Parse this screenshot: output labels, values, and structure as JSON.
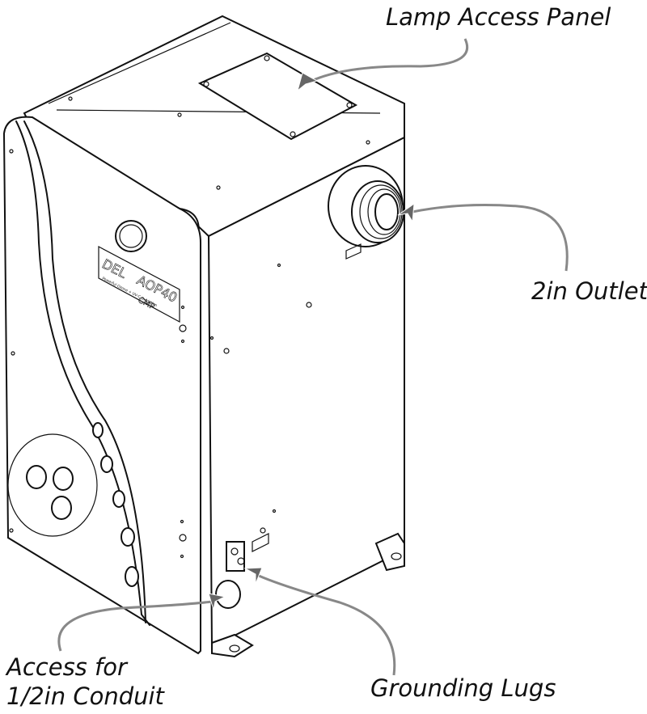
{
  "callouts": {
    "lamp_access_panel": "Lamp Access Panel",
    "outlet": "2in Outlet",
    "conduit_line1": "Access for",
    "conduit_line2": "1/2in Conduit",
    "grounding_lugs": "Grounding Lugs"
  },
  "logo": {
    "brand": "DEL",
    "model": "AOP40",
    "tagline": "Powerful Ozone + UV-C Oxidation",
    "maker": "CMP"
  }
}
